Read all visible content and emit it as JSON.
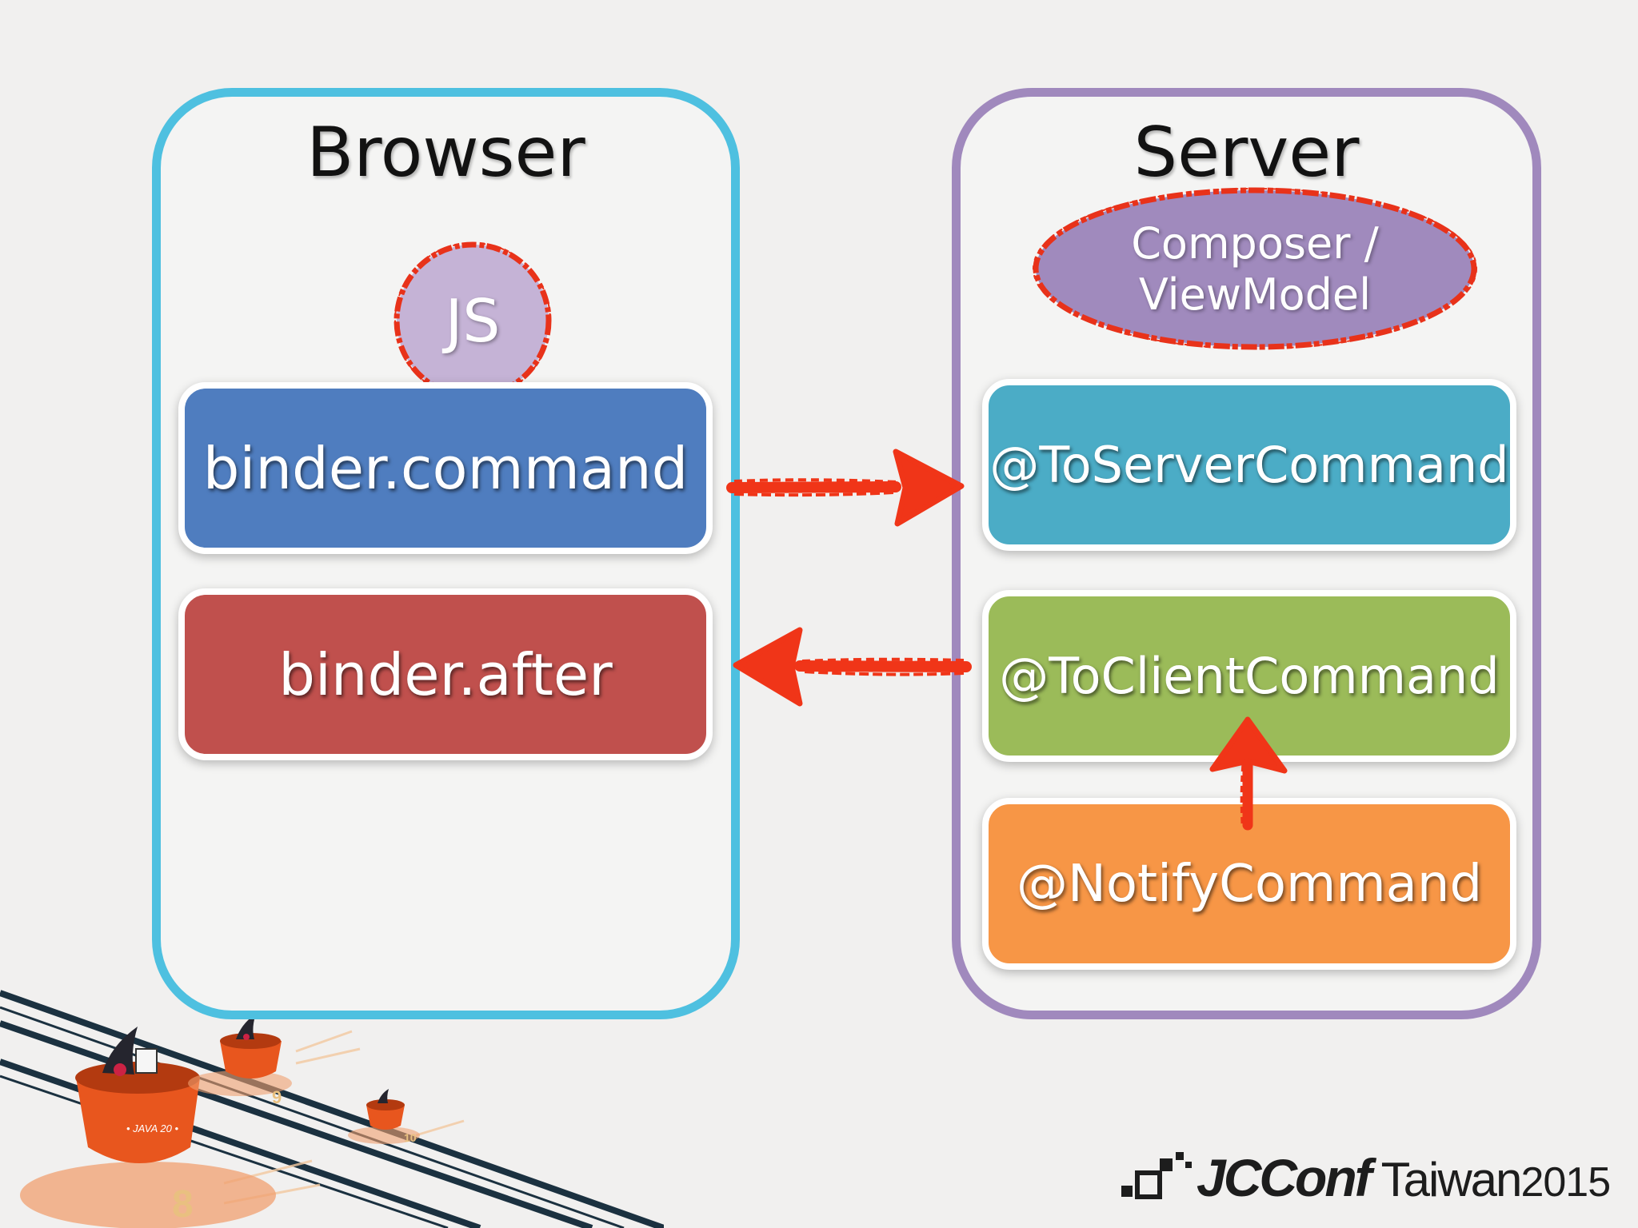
{
  "browser": {
    "title": "Browser",
    "js_label": "JS",
    "boxes": [
      {
        "label": "binder.command",
        "color": "#4f7dbf"
      },
      {
        "label": "binder.after",
        "color": "#c0504d"
      }
    ]
  },
  "server": {
    "title": "Server",
    "composer_line1": "Composer /",
    "composer_line2": "ViewModel",
    "boxes": [
      {
        "label": "@ToServerCommand",
        "color": "#4bacc6"
      },
      {
        "label": "@ToClientCommand",
        "color": "#9bbb59"
      },
      {
        "label": "@NotifyCommand",
        "color": "#f79646"
      }
    ]
  },
  "arrows": [
    {
      "from": "binder.command",
      "to": "@ToServerCommand",
      "color": "#f03518"
    },
    {
      "from": "@ToClientCommand",
      "to": "binder.after",
      "color": "#f03518"
    },
    {
      "from": "@NotifyCommand",
      "to": "@ToClientCommand",
      "color": "#f03518"
    }
  ],
  "logo": {
    "brand": "JCConf",
    "region": "Taiwan",
    "year": "2015"
  },
  "colors": {
    "browser_border": "#4ec0e0",
    "server_border": "#a089bd",
    "js_circle": "#c5b3d6",
    "composer_ellipse": "#a08abd",
    "annotation": "#f03518"
  }
}
